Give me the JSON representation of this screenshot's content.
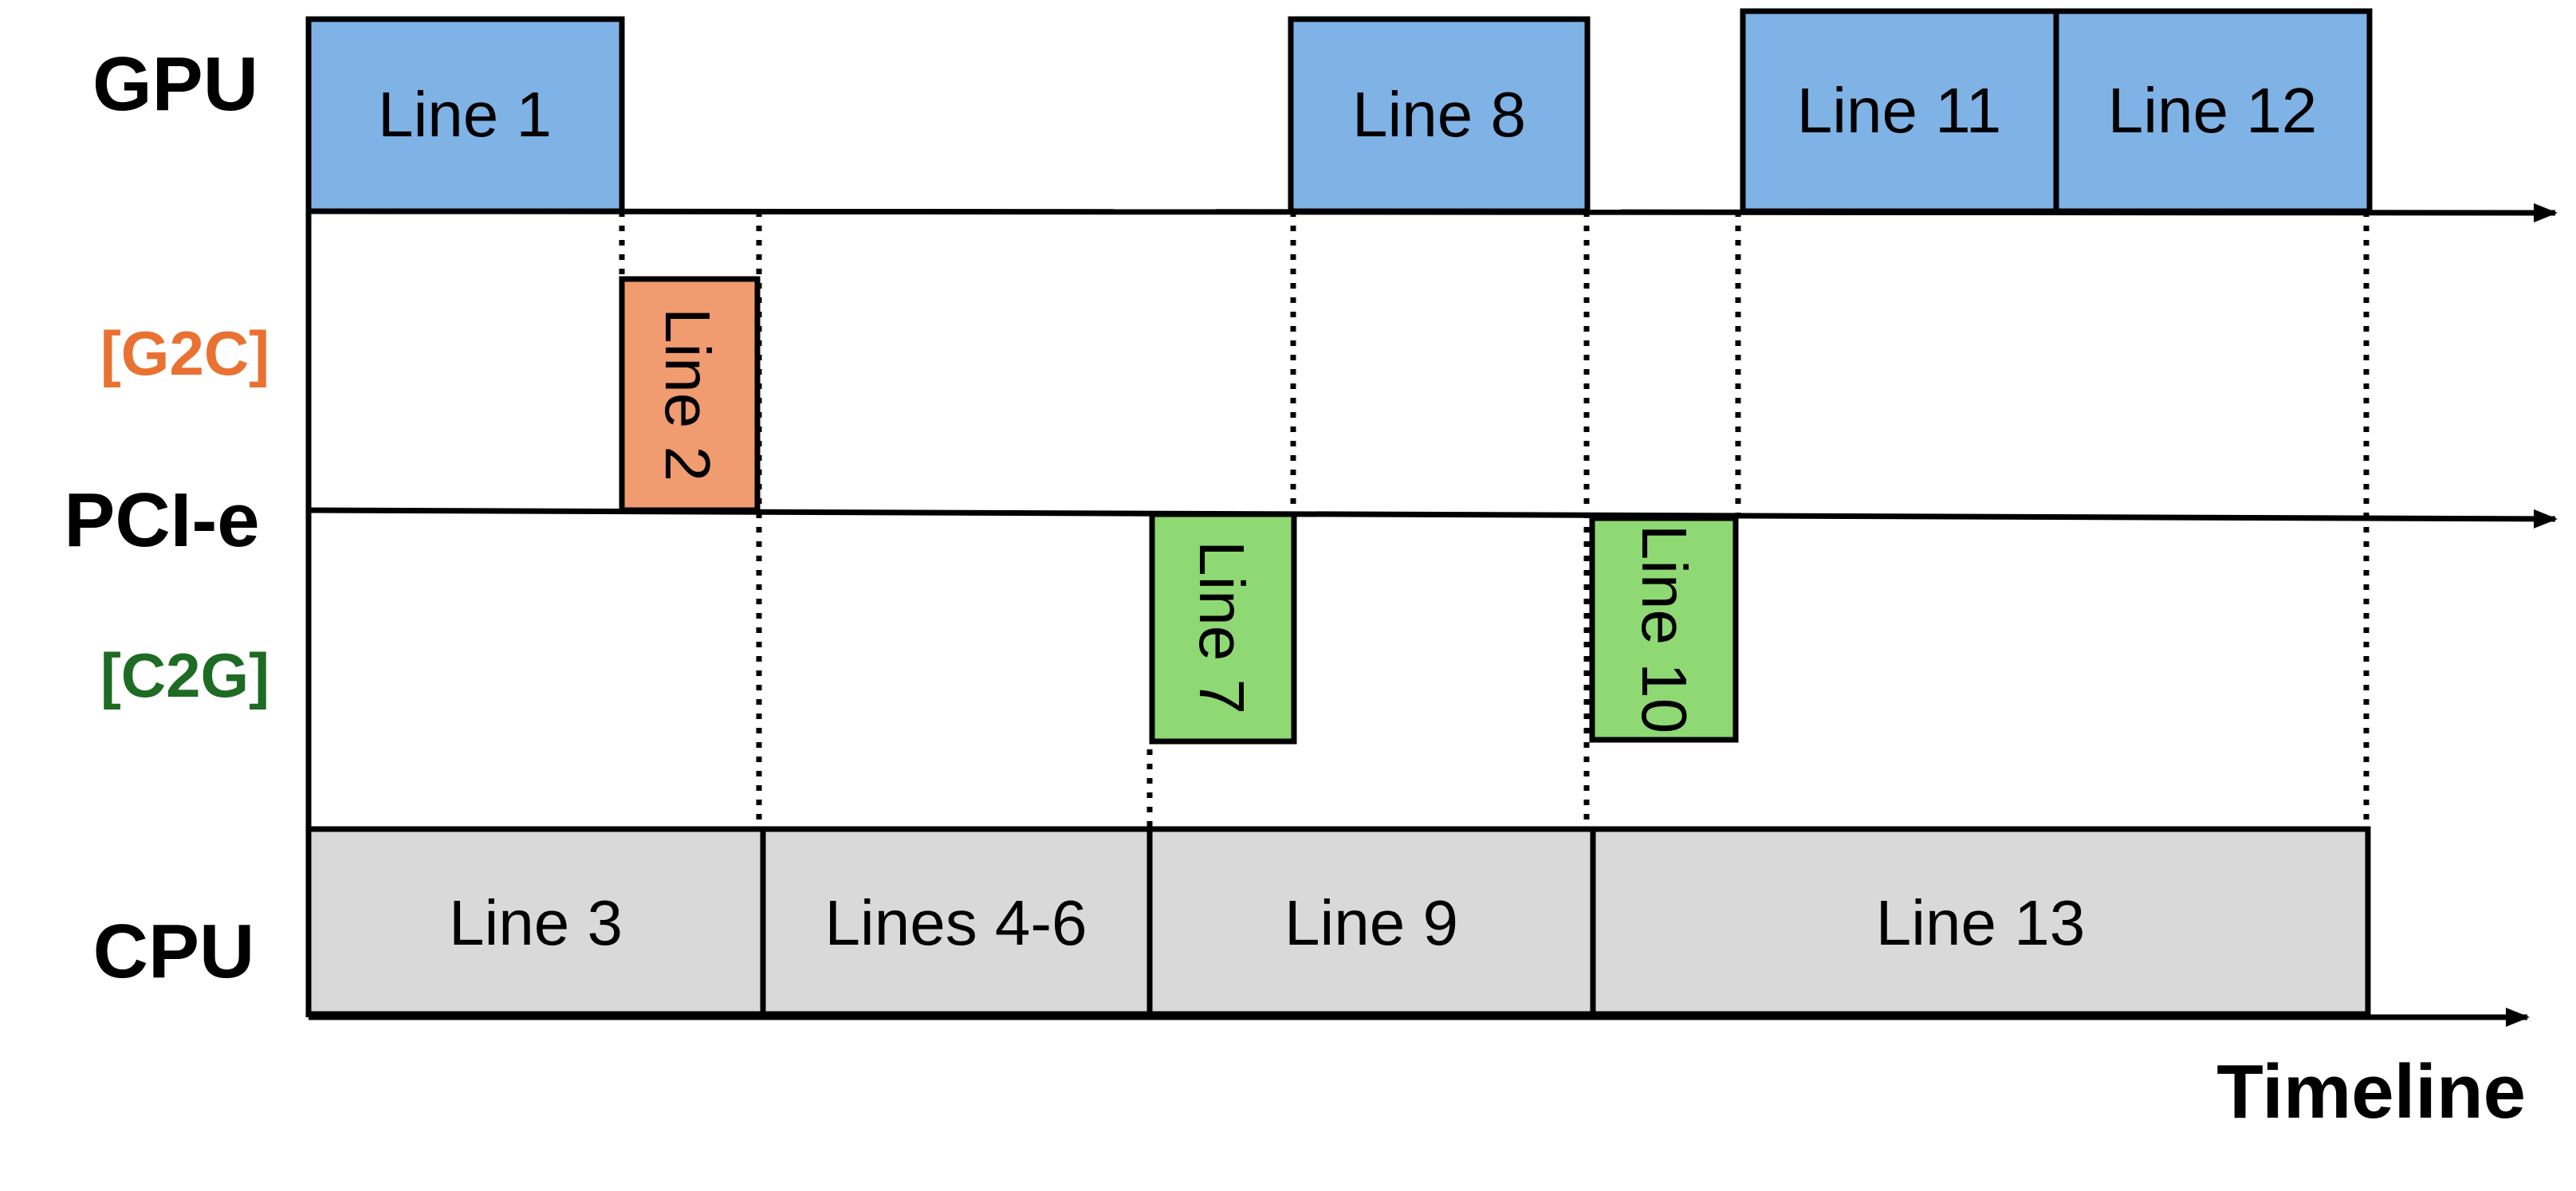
{
  "lanes": {
    "gpu": "GPU",
    "g2c": "[G2C]",
    "pcie": "PCI-e",
    "c2g": "[C2G]",
    "cpu": "CPU"
  },
  "axis_title": "Timeline",
  "colors": {
    "gpu_block": "#7fb2e5",
    "g2c_block": "#f09b70",
    "c2g_block": "#8ed973",
    "cpu_block": "#d9d9d9",
    "g2c_label": "#e97132",
    "c2g_label": "#1e6b24",
    "stroke": "#000000"
  },
  "blocks": {
    "gpu": [
      "Line 1",
      "Line 8",
      "Line 11",
      "Line 12"
    ],
    "g2c": [
      "Line 2"
    ],
    "c2g": [
      "Line 7",
      "Line 10"
    ],
    "cpu": [
      "Line 3",
      "Lines 4-6",
      "Line 9",
      "Line 13"
    ]
  }
}
